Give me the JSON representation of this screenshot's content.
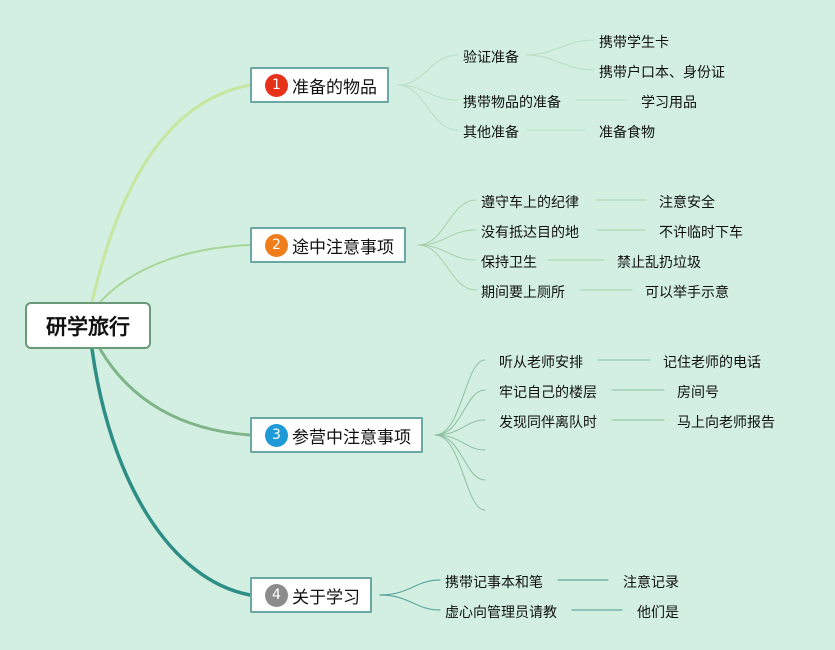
{
  "root": {
    "label": "研学旅行"
  },
  "colors": {
    "background": "#d2efe1",
    "branch1": "#c7e6a0",
    "branch2": "#a7d699",
    "branch3": "#7fb488",
    "branch4": "#2e8e86",
    "badge1": "#e53219",
    "badge2": "#f07d1c",
    "badge3": "#1e9ad6",
    "badge4": "#8c8c8c"
  },
  "branches": [
    {
      "number": "1",
      "label": "准备的物品",
      "children": [
        {
          "label": "验证准备",
          "children": [
            "携带学生卡",
            "携带户口本、身份证"
          ]
        },
        {
          "label": "携带物品的准备",
          "children": [
            "学习用品"
          ]
        },
        {
          "label": "其他准备",
          "children": [
            "准备食物"
          ]
        }
      ]
    },
    {
      "number": "2",
      "label": "途中注意事项",
      "children": [
        {
          "label": "遵守车上的纪律",
          "children": [
            "注意安全"
          ]
        },
        {
          "label": "没有抵达目的地",
          "children": [
            "不许临时下车"
          ]
        },
        {
          "label": "保持卫生",
          "children": [
            "禁止乱扔垃圾"
          ]
        },
        {
          "label": "期间要上厕所",
          "children": [
            "可以举手示意"
          ]
        }
      ]
    },
    {
      "number": "3",
      "label": "参营中注意事项",
      "children": [
        {
          "label": "听从老师安排",
          "children": [
            "记住老师的电话"
          ]
        },
        {
          "label": "牢记自己的楼层",
          "children": [
            "房间号"
          ]
        },
        {
          "label": "发现同伴离队时",
          "children": [
            "马上向老师报告"
          ]
        },
        {
          "label": "",
          "children": []
        },
        {
          "label": "",
          "children": []
        },
        {
          "label": "",
          "children": []
        }
      ]
    },
    {
      "number": "4",
      "label": "关于学习",
      "children": [
        {
          "label": "携带记事本和笔",
          "children": [
            "注意记录"
          ]
        },
        {
          "label": "虚心向管理员请教",
          "children": [
            "他们是"
          ]
        }
      ]
    }
  ]
}
